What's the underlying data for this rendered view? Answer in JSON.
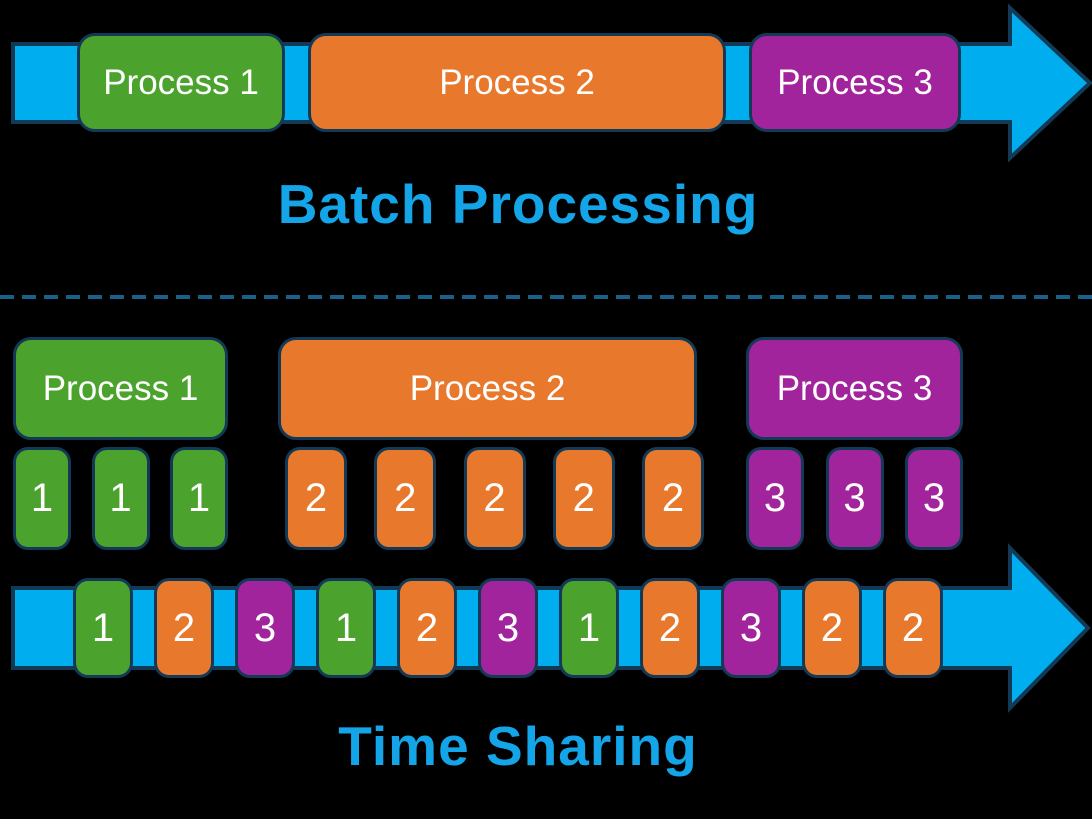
{
  "colors": {
    "background": "#000000",
    "arrow_blue": "#00aeef",
    "title_blue": "#14a5e8",
    "process_green": "#4ba32e",
    "process_orange": "#e8792c",
    "process_purple": "#a2249d",
    "outline_navy": "#123a56",
    "divider_blue": "#19608c"
  },
  "batch": {
    "title": "Batch Processing",
    "processes": [
      {
        "label": "Process 1",
        "color": "green"
      },
      {
        "label": "Process 2",
        "color": "orange"
      },
      {
        "label": "Process 3",
        "color": "purple"
      }
    ]
  },
  "time_sharing": {
    "title": "Time Sharing",
    "groups": [
      {
        "label": "Process 1",
        "color": "green",
        "slices": [
          "1",
          "1",
          "1"
        ]
      },
      {
        "label": "Process 2",
        "color": "orange",
        "slices": [
          "2",
          "2",
          "2",
          "2",
          "2"
        ]
      },
      {
        "label": "Process 3",
        "color": "purple",
        "slices": [
          "3",
          "3",
          "3"
        ]
      }
    ],
    "timeline": [
      {
        "value": "1",
        "color": "green"
      },
      {
        "value": "2",
        "color": "orange"
      },
      {
        "value": "3",
        "color": "purple"
      },
      {
        "value": "1",
        "color": "green"
      },
      {
        "value": "2",
        "color": "orange"
      },
      {
        "value": "3",
        "color": "purple"
      },
      {
        "value": "1",
        "color": "green"
      },
      {
        "value": "2",
        "color": "orange"
      },
      {
        "value": "3",
        "color": "purple"
      },
      {
        "value": "2",
        "color": "orange"
      },
      {
        "value": "2",
        "color": "orange"
      }
    ]
  }
}
